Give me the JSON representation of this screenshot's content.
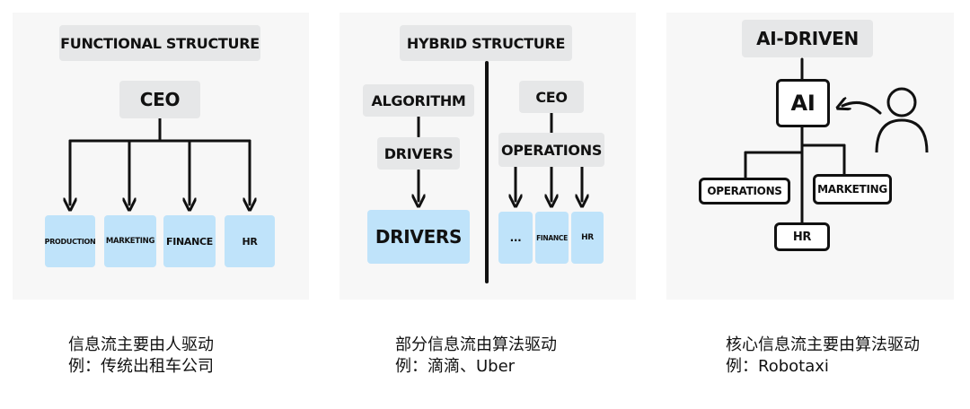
{
  "panel1": {
    "title": "FUNCTIONAL STRUCTURE",
    "top": "CEO",
    "departments": [
      "PRODUCTION",
      "MARKETING",
      "FINANCE",
      "HR"
    ],
    "caption_line1": "信息流主要由人驱动",
    "caption_line2": "例：传统出租车公司"
  },
  "panel2": {
    "title": "HYBRID STRUCTURE",
    "left": {
      "top": "ALGORITHM",
      "middle": "DRIVERS",
      "bottom": "DRIVERS"
    },
    "right": {
      "top": "CEO",
      "middle": "OPERATIONS",
      "departments": [
        "...",
        "FINANCE",
        "HR"
      ]
    },
    "caption_line1": "部分信息流由算法驱动",
    "caption_line2": "例：滴滴、Uber"
  },
  "panel3": {
    "title": "AI-DRIVEN",
    "core": "AI",
    "nodes": {
      "operations": "OPERATIONS",
      "marketing": "MARKETING",
      "hr": "HR"
    },
    "person_icon": "person-icon",
    "caption_line1": "核心信息流主要由算法驱动",
    "caption_line2": "例：Robotaxi"
  }
}
